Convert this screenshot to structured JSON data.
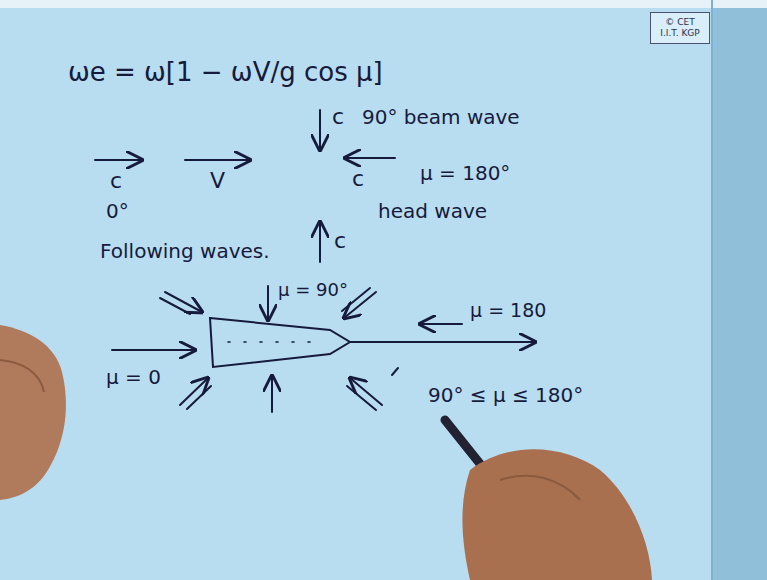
{
  "diagram": {
    "nodes": [
      {
        "text": [
          "© CET I.I.T. KGP"
        ]
      }
    ],
    "labels": [
      "ωe = ω[1 − ωV/g cos μ]",
      "c",
      "90° beam wave",
      "c",
      "V",
      "c",
      "μ = 180°",
      "head wave",
      "c",
      "0°",
      "Following waves.",
      "μ = 90°",
      "μ = 180",
      "μ = 0",
      "90° ≤ μ ≤ 180°"
    ]
  }
}
